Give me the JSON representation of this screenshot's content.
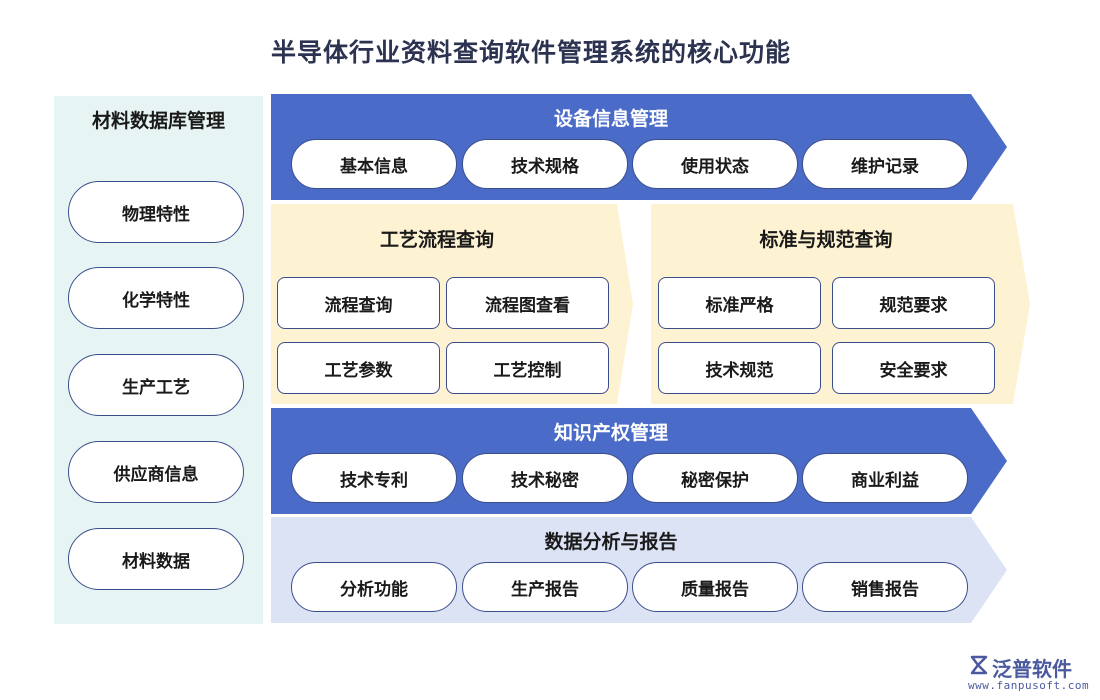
{
  "title": "半导体行业资料查询软件管理系统的核心功能",
  "colors": {
    "dark_band": "#4a6cc8",
    "cream_band": "#fdf2d2",
    "lavender_band": "#dce3f5",
    "left_panel": "#e6f5f3",
    "border": "#3b4e8c"
  },
  "left_panel": {
    "title": "材料数据库管理",
    "items": [
      "物理特性",
      "化学特性",
      "生产工艺",
      "供应商信息",
      "材料数据"
    ]
  },
  "equipment": {
    "title": "设备信息管理",
    "items": [
      "基本信息",
      "技术规格",
      "使用状态",
      "维护记录"
    ]
  },
  "process": {
    "title": "工艺流程查询",
    "items": [
      "流程查询",
      "流程图查看",
      "工艺参数",
      "工艺控制"
    ]
  },
  "standards": {
    "title": "标准与规范查询",
    "items": [
      "标准严格",
      "规范要求",
      "技术规范",
      "安全要求"
    ]
  },
  "ip": {
    "title": "知识产权管理",
    "items": [
      "技术专利",
      "技术秘密",
      "秘密保护",
      "商业利益"
    ]
  },
  "analysis": {
    "title": "数据分析与报告",
    "items": [
      "分析功能",
      "生产报告",
      "质量报告",
      "销售报告"
    ]
  },
  "logo": {
    "name": "泛普软件",
    "url": "www.fanpusoft.com"
  }
}
